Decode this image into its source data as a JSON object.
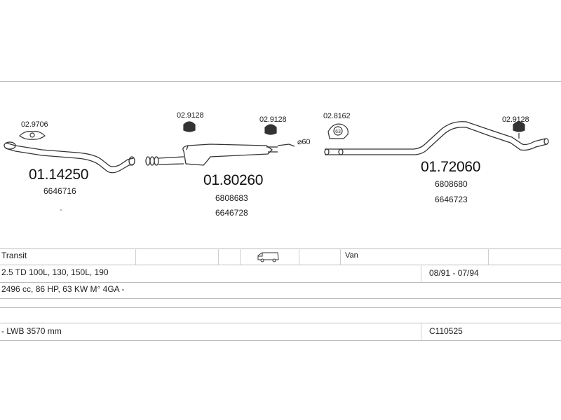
{
  "parts": {
    "front_pipe": {
      "number": "01.14250",
      "oem": [
        "6646716"
      ]
    },
    "middle_silencer": {
      "number": "01.80260",
      "oem": [
        "6808683",
        "6646728"
      ]
    },
    "rear_silencer": {
      "number": "01.72060",
      "oem": [
        "6808680",
        "6646723"
      ]
    }
  },
  "accessories": {
    "gasket": "02.9706",
    "hanger_1": "02.9128",
    "hanger_2": "02.9128",
    "clamp": "02.8162",
    "clamp_size": "63",
    "hanger_3": "02.9128"
  },
  "diameter_label": "⌀60",
  "vehicle": {
    "model": "Transit",
    "body_type": "Van",
    "engine": "2.5 TD 100L, 130, 150L, 190",
    "years": "08/91 - 07/94",
    "spec": "2496 cc, 86 HP, 63 KW M° 4GA -",
    "wheelbase": "- LWB 3570 mm",
    "code": "C110525"
  },
  "colors": {
    "line": "#333333",
    "grid": "#bdbdbd"
  },
  "icons": {
    "vehicle": "van-icon"
  }
}
